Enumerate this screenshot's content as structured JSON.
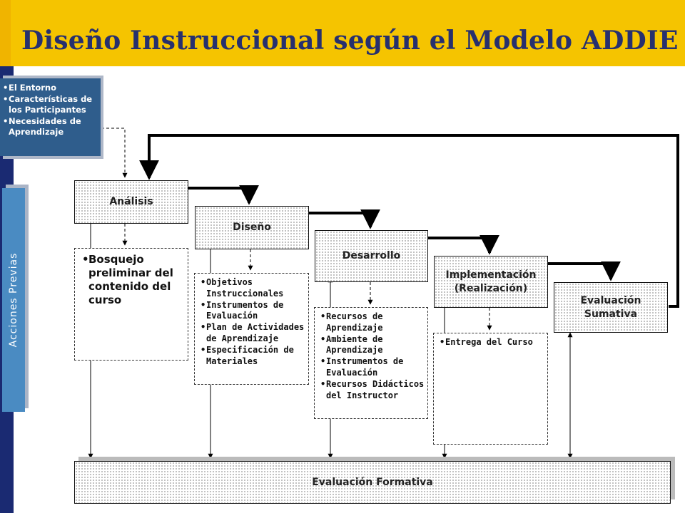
{
  "title": "Diseño Instruccional según el Modelo ADDIE",
  "entorno": {
    "items": [
      "El Entorno",
      "Características de los Participantes",
      "Necesidades de Aprendizaje"
    ]
  },
  "acciones_previas": "Acciones Previas",
  "phases": {
    "analisis": "Análisis",
    "diseno": "Diseño",
    "desarrollo": "Desarrollo",
    "implementacion": "Implementación\n(Realización)",
    "evaluacion_sumativa": "Evaluación\nSumativa"
  },
  "details": {
    "analisis": [
      "Bosquejo preliminar del contenido del curso"
    ],
    "diseno": [
      "Objetivos Instruccionales",
      "Instrumentos de Evaluación",
      "Plan de Actividades de Aprendizaje",
      "Especificación de Materiales"
    ],
    "desarrollo": [
      "Recursos de Aprendizaje",
      "Ambiente de Aprendizaje",
      "Instrumentos de Evaluación",
      "Recursos Didácticos del Instructor"
    ],
    "implementacion": [
      "Entrega del Curso"
    ]
  },
  "evaluacion_formativa": "Evaluación Formativa",
  "colors": {
    "header": "#f5c400",
    "title": "#27306e",
    "left_stripe": "#1a2a72",
    "entorno_box": "#2f5d8c",
    "acciones_box": "#4a8bc2"
  }
}
